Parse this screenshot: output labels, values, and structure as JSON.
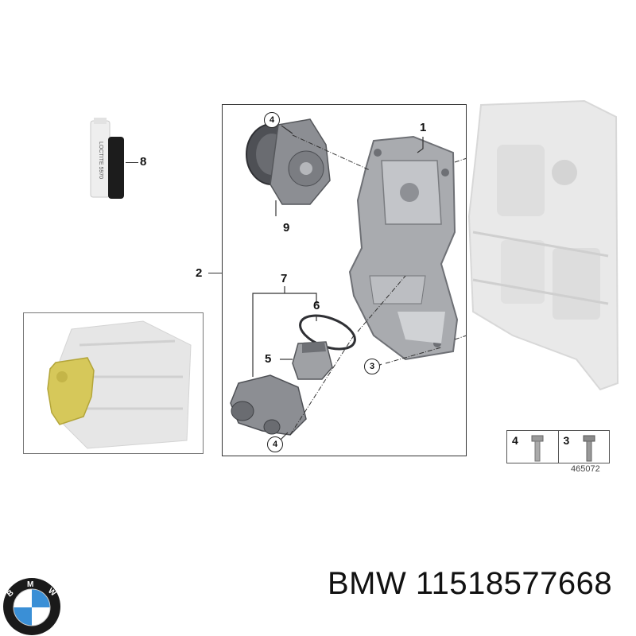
{
  "diagram": {
    "type": "exploded parts diagram",
    "subject": "Water pump / thermostat housing assembly",
    "reference_number": "465072",
    "callouts": [
      {
        "id": "1",
        "label": "1",
        "style": "plain"
      },
      {
        "id": "2",
        "label": "2",
        "style": "plain"
      },
      {
        "id": "3",
        "label": "3",
        "style": "circled"
      },
      {
        "id": "4a",
        "label": "4",
        "style": "circled"
      },
      {
        "id": "4b",
        "label": "4",
        "style": "circled"
      },
      {
        "id": "5",
        "label": "5",
        "style": "plain"
      },
      {
        "id": "6",
        "label": "6",
        "style": "plain"
      },
      {
        "id": "7",
        "label": "7",
        "style": "plain"
      },
      {
        "id": "8",
        "label": "8",
        "style": "plain"
      },
      {
        "id": "9",
        "label": "9",
        "style": "plain"
      }
    ],
    "sealant_tube_text": "LOCTITE 5970",
    "bolt_legend": [
      {
        "label": "4"
      },
      {
        "label": "3"
      }
    ]
  },
  "footer": {
    "brand": "BMW",
    "part_number_text": "BMW 11518577668",
    "logo_letters": [
      "B",
      "M",
      "W"
    ],
    "colors": {
      "logo_blue": "#3a8fd6",
      "logo_white": "#ffffff",
      "logo_ring": "#1a1a1a",
      "highlight_yellow": "#d6c85a"
    }
  }
}
